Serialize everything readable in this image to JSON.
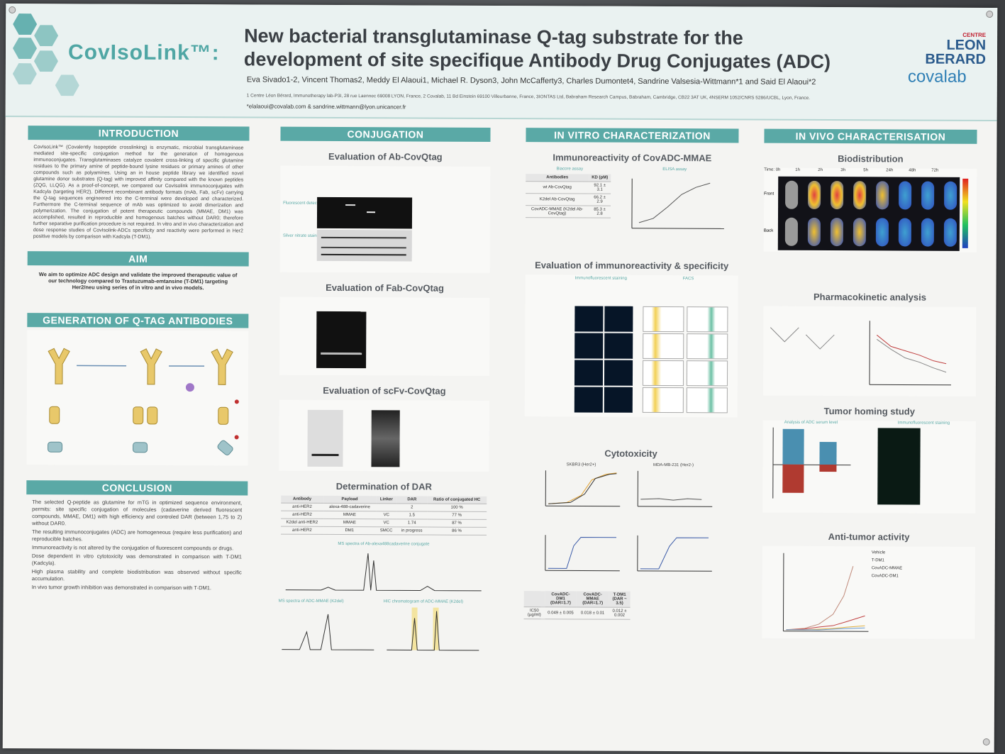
{
  "header": {
    "brand": "CovIsoLink™:",
    "title_line1": "New bacterial transglutaminase Q-tag substrate for the",
    "title_line2": "development of site specifique Antibody Drug Conjugates (ADC)",
    "authors": "Eva Sivado1-2, Vincent Thomas2, Meddy El Alaoui1, Michael R. Dyson3, John McCafferty3, Charles Dumontet4, Sandrine Valsesia-Wittmann*1 and Said El Alaoui*2",
    "affiliations": "1 Centre Léon Bérard, Immunotherapy lab-P3I, 28 rue Laennec 69008 LYON, France, 2 Covalab, 11 Bd Einstein 69100 Villeurbanne, France, 3IONTAS Ltd, Babraham Research Campus, Babraham, Cambridge, CB22 3AT UK, 4NSERM 1052/CNRS 5286/UCBL, Lyon, France.",
    "email": "*elalaoui@covalab.com & sandrine.wittmann@lyon.unicancer.fr",
    "logo_centre": "CENTRE",
    "logo_leon": "LEON",
    "logo_berard": "BERARD",
    "logo_covalab": "covalab"
  },
  "col1": {
    "intro_head": "INTRODUCTION",
    "intro_text": "CovIsoLink™ (Covalently Isopeptide crosslinking) is enzymatic, microbial transglutaminase mediated site-specific conjugation method for the generation of homogenous immunoconjugates. Transglutaminases catalyze covalent cross-linking of specific glutamine residues to the primary amine of peptide-bound lysine residues or primary amines of other compounds such as polyamines. Using an in house peptide library we identified novel glutamine donor substrates (Q-tag) with improved affinity compared with the known peptides (ZQG, LLQG). As a proof-of-concept, we compared our CovIsolink immunoconjugates with Kadcyla (targeting HER2). Different recombinant antibody formats (mAb, Fab, scFv) carrying the Q-tag sequences engineered into the C-terminal were developed and characterized. Furthermore the C-terminal sequence of mAb was optimized to avoid dimerization and polymerization. The conjugation of potent therapeutic compounds (MMAE, DM1) was accomplished, resulted in reproducible and homogenous batches without DAR0; therefore further separative purification procedure is not required. In vitro and in vivo characterization and dose response studies of CovIsolink-ADCs specificity and reactivity were performed in Her2 positive models by comparison with Kadcyla (T-DM1).",
    "aim_head": "AIM",
    "aim_text": "We aim to optimize ADC design and validate the improved therapeutic value of our technology compared to Trastuzumab-emtansine (T-DM1) targeting Her2/neu using series of in vitro and in vivo models.",
    "gen_head": "GENERATION OF Q-TAG ANTIBODIES",
    "concl_head": "CONCLUSION",
    "concl_items": [
      "The selected Q-peptide as glutamine for mTG in optimized sequence environment, permits: site specific conjugation of molecules (cadaverine derived fluorescent compounds, MMAE, DM1) with high efficiency and controled DAR (between 1,75 to 2) without DAR0.",
      "The resulting immunoconjugates (ADC) are homogeneous (require less purification) and reproducible batches.",
      "Immunoreactivity is not altered by the conjugation of fluorescent compounds or drugs.",
      "Dose dependent in vitro cytotoxicity was demonstrated in comparison with T-DM1 (Kadcyla).",
      "High plasma stability and complete biodistribution was observed without specific accumulation.",
      "In vivo tumor growth inhibition was demonstrated in comparison with T-DM1."
    ]
  },
  "col2": {
    "head": "CONJUGATION",
    "s1": "Evaluation of Ab-CovQtag",
    "s2": "Evaluation of Fab-CovQtag",
    "s3": "Evaluation of scFv-CovQtag",
    "s4": "Determination of DAR",
    "fluor_label": "Fluorescent detection",
    "silver_label": "Silver nitrate staining",
    "dar_table": {
      "headers": [
        "Antibody",
        "Payload",
        "Linker",
        "DAR",
        "Ratio of conjugated HC"
      ],
      "rows": [
        [
          "anti-HER2",
          "alexa-488-cadaverine",
          "",
          "2",
          "100 %"
        ],
        [
          "anti-HER2",
          "MMAE",
          "VC",
          "1.5",
          "77 %"
        ],
        [
          "K2del anti-HER2",
          "MMAE",
          "VC",
          "1.74",
          "87 %"
        ],
        [
          "anti-HER2",
          "DM1",
          "SMCC",
          "in progress",
          "86 %"
        ]
      ]
    },
    "ms1": "MS spectra of Ab-alexa488cadaverine conjugate",
    "ms2": "MS spectra of ADC-MMAE (K2del)",
    "hic": "HIC chromatogram of ADC-MMAE (K2del)"
  },
  "col3": {
    "head": "IN VITRO CHARACTERIZATION",
    "s1": "Immunoreactivity of CovADC-MMAE",
    "biacore": "Biacore assay",
    "elisa": "ELISA assay",
    "kd_table": {
      "headers": [
        "Antibodies",
        "KD (pM)"
      ],
      "rows": [
        [
          "wt Ab-CovQtag",
          "92.1 ± 3.1"
        ],
        [
          "K2del Ab-CovQtag",
          "66.2 ± 2.9"
        ],
        [
          "CovADC-MMAE (K2del Ab-CovQtag)",
          "85.3 ± 2.8"
        ]
      ]
    },
    "s2": "Evaluation of immunoreactivity & specificity",
    "if_label": "Immunofluorescent staining",
    "facs_label": "FACS",
    "s3": "Cytotoxicity",
    "skbr3": "SKBR3 (Her2+)",
    "mda": "MDA-MB-231 (Her2-)",
    "ic50_table": {
      "headers": [
        "",
        "CovADC-DM1 (DAR=1.7)",
        "CovADC-MMAE (DAR=1.7)",
        "T-DM1 (DAR ~ 3.5)"
      ],
      "rows": [
        [
          "IC50 (µg/ml)",
          "0.049 ± 0.005",
          "0.018 ± 0.01",
          "0.012 ± 0.002"
        ]
      ]
    }
  },
  "col4": {
    "head": "IN VIVO CHARACTERISATION",
    "s1": "Biodistribution",
    "times": [
      "Time: 0h",
      "1h",
      "2h",
      "3h",
      "5h",
      "24h",
      "48h",
      "72h"
    ],
    "front": "Front",
    "back": "Back",
    "s2": "Pharmacokinetic analysis",
    "s3": "Tumor homing study",
    "if_label": "Immunofluorescent staining",
    "homing_title": "Analysis of ADC serum level",
    "s4": "Anti-tumor activity",
    "legend": [
      "Vehicle",
      "T-DM1",
      "CovADC-MMAE",
      "CovADC-DM1"
    ]
  },
  "colors": {
    "teal": "#5aa9a6",
    "title_grey": "#3a3f44",
    "caption_blue": "#3a6fa8"
  }
}
